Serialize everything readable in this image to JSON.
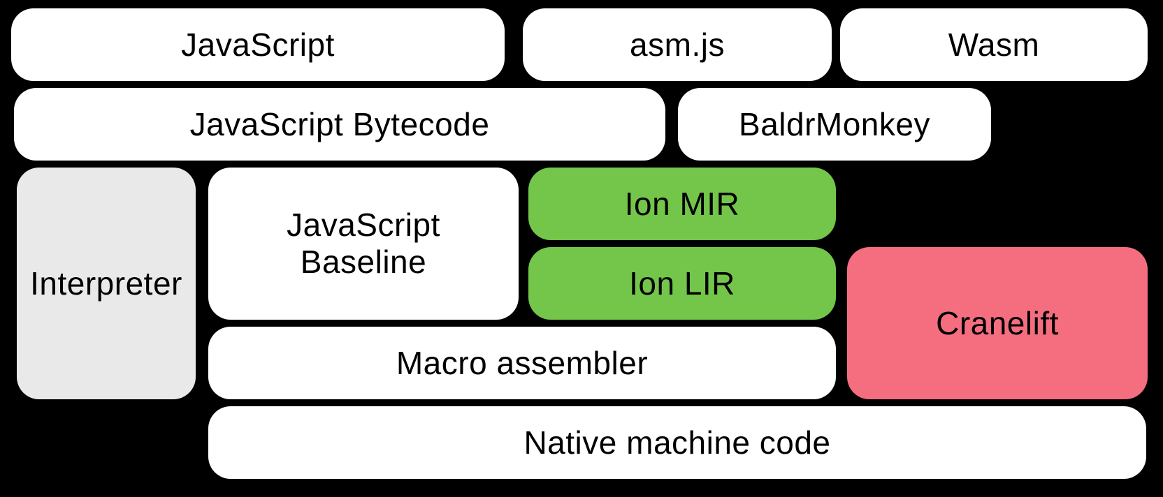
{
  "background": "#000000",
  "colors": {
    "white": "#ffffff",
    "gray": "#e9e9e9",
    "green": "#73c64a",
    "pink": "#f56e7f",
    "text": "#000000"
  },
  "diagram": {
    "nodes": [
      {
        "id": "javascript",
        "label": "JavaScript",
        "fill": "white"
      },
      {
        "id": "asmjs",
        "label": "asm.js",
        "fill": "white"
      },
      {
        "id": "wasm",
        "label": "Wasm",
        "fill": "white"
      },
      {
        "id": "javascript-bytecode",
        "label": "JavaScript Bytecode",
        "fill": "white"
      },
      {
        "id": "baldrmonkey",
        "label": "BaldrMonkey",
        "fill": "white"
      },
      {
        "id": "interpreter",
        "label": "Interpreter",
        "fill": "gray"
      },
      {
        "id": "javascript-baseline",
        "label": "JavaScript Baseline",
        "fill": "white"
      },
      {
        "id": "ion-mir",
        "label": "Ion MIR",
        "fill": "green"
      },
      {
        "id": "ion-lir",
        "label": "Ion LIR",
        "fill": "green"
      },
      {
        "id": "cranelift",
        "label": "Cranelift",
        "fill": "pink"
      },
      {
        "id": "macro-assembler",
        "label": "Macro assembler",
        "fill": "white"
      },
      {
        "id": "native-machine-code",
        "label": "Native machine code",
        "fill": "white"
      }
    ]
  }
}
